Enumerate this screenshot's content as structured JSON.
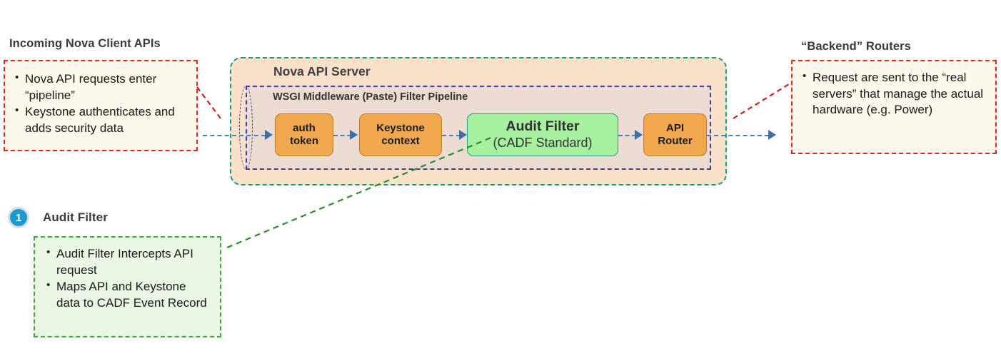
{
  "left_panel": {
    "heading": "Incoming Nova Client  APIs",
    "bullets": [
      "Nova API requests enter “pipeline”",
      "Keystone authenticates and adds security data"
    ]
  },
  "right_panel": {
    "heading": "“Backend” Routers",
    "bullets": [
      "Request are sent to the “real servers” that manage the actual hardware (e.g. Power)"
    ]
  },
  "server": {
    "title": "Nova API Server",
    "pipeline_title": "WSGI Middleware (Paste) Filter Pipeline",
    "stages": [
      {
        "name": "auth-token",
        "line1": "auth",
        "line2": "token",
        "kind": "orange"
      },
      {
        "name": "keystone-context",
        "line1": "Keystone",
        "line2": "context",
        "kind": "orange"
      },
      {
        "name": "audit-filter",
        "line1": "Audit Filter",
        "line2": "(CADF Standard)",
        "kind": "green"
      },
      {
        "name": "api-router",
        "line1": "API",
        "line2": "Router",
        "kind": "orange"
      }
    ]
  },
  "callout": {
    "number": "1",
    "heading": "Audit Filter",
    "bullets": [
      "Audit Filter Intercepts API request",
      "Maps API and Keystone data to CADF Event Record"
    ]
  },
  "colors": {
    "red_dashed": "#e8221e",
    "green_dashed": "#3aa93a",
    "teal_dashed": "#1a9c78",
    "purple_dashed": "#3f3f87",
    "arrow_blue": "#4a7ebb",
    "orange_fill": "#f0a74e",
    "green_fill": "#a6f0a0",
    "peach_fill": "#fbe0ca",
    "badge_blue": "#1b9ad1"
  }
}
